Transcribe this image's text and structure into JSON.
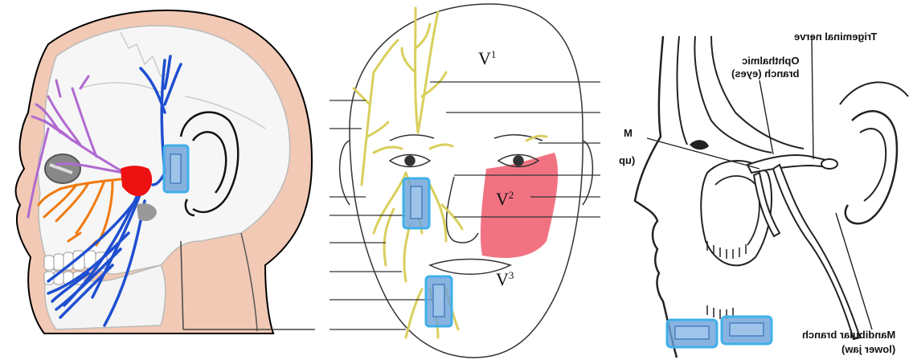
{
  "panel1": {
    "highlight_boxes": 1
  },
  "panel2": {
    "region_labels": {
      "v1": "V",
      "v1_sup": "1",
      "v2": "V",
      "v2_sup": "2",
      "v3": "V",
      "v3_sup": "3"
    },
    "highlight_boxes": 2
  },
  "panel3": {
    "labels": {
      "trigeminal": "Trigeminal nerve",
      "ophthalmic_1": "Ophthalmic",
      "ophthalmic_2": "branch (eyes)",
      "maxillary_1": "M",
      "maxillary_2": "(up",
      "mandibular_1": "Mandibular branch",
      "mandibular_2": "(lower jaw)"
    },
    "highlight_boxes": 2
  },
  "colors": {
    "skin": "#f2c9b4",
    "blue_nerve": "#1f4fd0",
    "orange_nerve": "#f07a10",
    "purple_nerve": "#b06ad0",
    "red_ganglion": "#ee1111",
    "yellow_nerve": "#d9cf5c",
    "pink_region": "#ee5a6c",
    "highlight_blue": "#3fb0ea"
  }
}
